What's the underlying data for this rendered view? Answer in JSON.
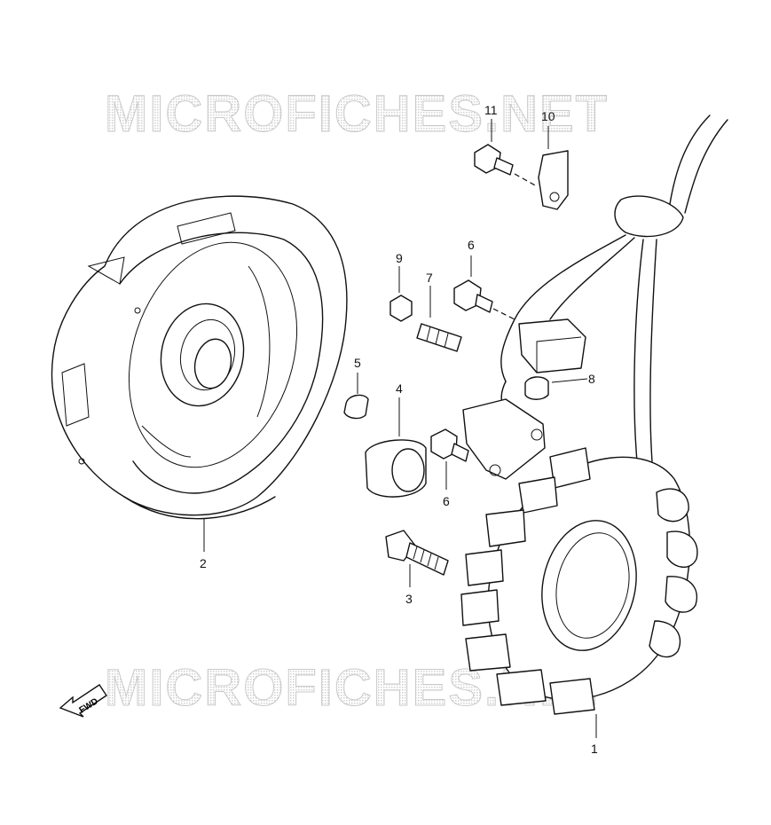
{
  "watermark": {
    "top": "MICROFICHES.NET",
    "bottom": "MICROFICHES.NET"
  },
  "direction_arrow": {
    "label": "FWD",
    "icon": "forward-arrow-icon"
  },
  "parts": [
    {
      "number": "1"
    },
    {
      "number": "2"
    },
    {
      "number": "3"
    },
    {
      "number": "4"
    },
    {
      "number": "5"
    },
    {
      "number": "6"
    },
    {
      "number": "6"
    },
    {
      "number": "7"
    },
    {
      "number": "8"
    },
    {
      "number": "9"
    },
    {
      "number": "10"
    },
    {
      "number": "11"
    }
  ]
}
